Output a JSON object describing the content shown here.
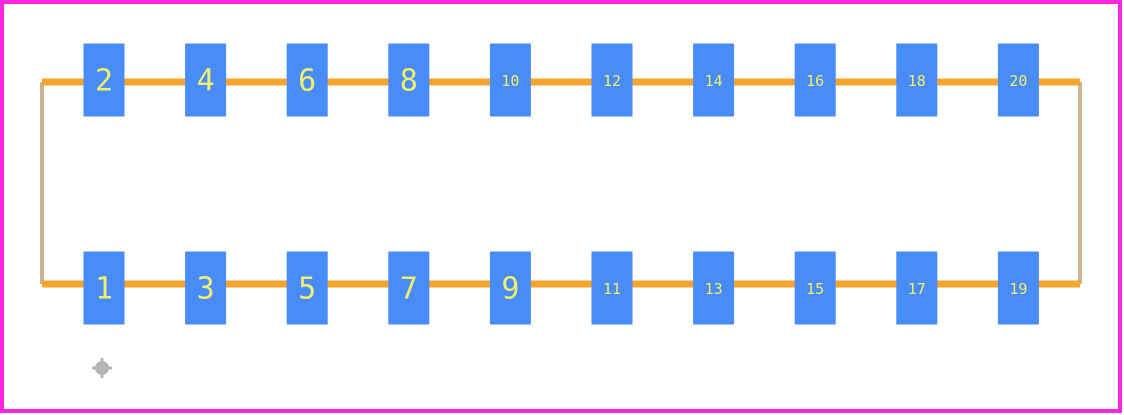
{
  "colors": {
    "board_outline": "#ff26e2",
    "silkscreen": "#f7a42c",
    "silkscreen_side": "#c9b48f",
    "pad": "#478cf8",
    "pad_label": "#f2ee6e",
    "marker": "#b5b5b5",
    "background": "#ffffff"
  },
  "marker_icon": "pin1-marker-icon",
  "pads": {
    "top_row": [
      "2",
      "4",
      "6",
      "8",
      "10",
      "12",
      "14",
      "16",
      "18",
      "20"
    ],
    "bottom_row": [
      "1",
      "3",
      "5",
      "7",
      "9",
      "11",
      "13",
      "15",
      "17",
      "19"
    ]
  }
}
